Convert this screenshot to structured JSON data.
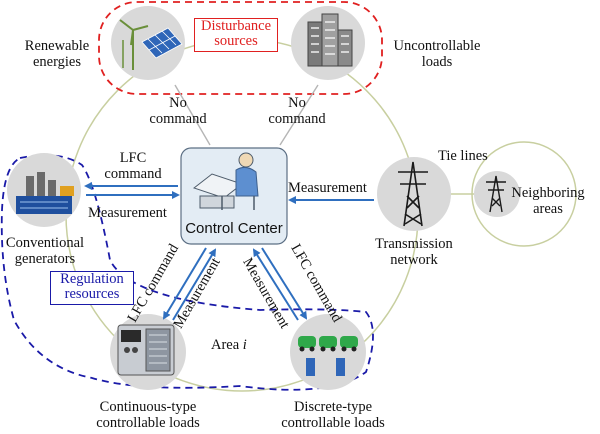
{
  "nodes": {
    "renewable": "Renewable energies",
    "renewable_l1": "Renewable",
    "renewable_l2": "energies",
    "uncontrollable_l1": "Uncontrollable",
    "uncontrollable_l2": "loads",
    "conventional_l1": "Conventional",
    "conventional_l2": "generators",
    "control_center": "Control Center",
    "transmission_l1": "Transmission",
    "transmission_l2": "network",
    "neighboring_l1": "Neighboring",
    "neighboring_l2": "areas",
    "continuous_l1": "Continuous-type",
    "continuous_l2": "controllable loads",
    "discrete_l1": "Discrete-type",
    "discrete_l2": "controllable loads"
  },
  "groups": {
    "disturbance_l1": "Disturbance",
    "disturbance_l2": "sources",
    "regulation_l1": "Regulation",
    "regulation_l2": "resources",
    "area": "Area i",
    "area_prefix": "Area ",
    "area_index": "i"
  },
  "links": {
    "no_command_left_l1": "No",
    "no_command_left_l2": "command",
    "no_command_right_l1": "No",
    "no_command_right_l2": "command",
    "lfc_command_l1": "LFC",
    "lfc_command_l2": "command",
    "measurement_left": "Measurement",
    "measurement_right": "Measurement",
    "tie_lines": "Tie lines",
    "lfc_command_cont": "LFC command",
    "measurement_cont": "Measurement",
    "measurement_disc": "Measurement",
    "lfc_command_disc": "LFC command"
  },
  "colors": {
    "red_dashed": "#e02020",
    "blue_dashed": "#1a1aa8",
    "arrow_blue": "#2f6fbf",
    "ring": "#c8cfa0",
    "node_gray": "#d9d9d9"
  }
}
